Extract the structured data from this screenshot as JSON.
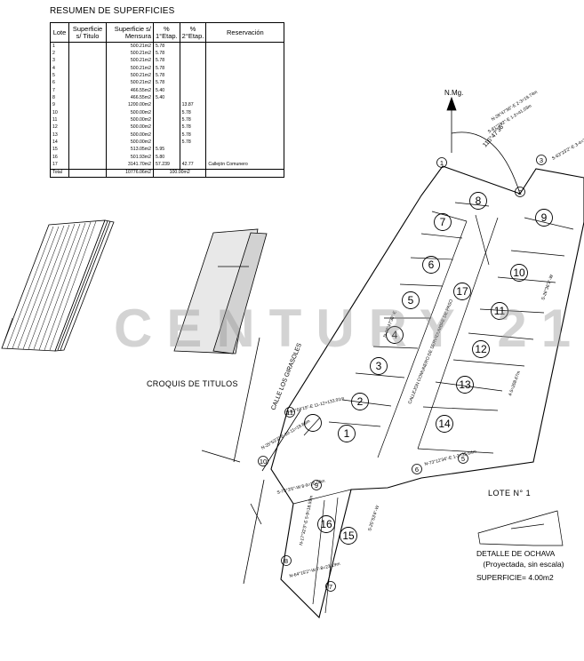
{
  "table": {
    "title": "RESUMEN DE SUPERFICIES",
    "headers": {
      "lote": "Lote",
      "sup_titulo": "Superficie s/ Titulo",
      "sup_mensura": "Superficie s/ Mensura",
      "etapa1": "% 1°Etap.",
      "etapa2": "% 2°Etap.",
      "reservacion": "Reservación"
    },
    "rows": [
      {
        "lote": "1",
        "titulo": "",
        "mensura": "500.21m2",
        "e1": "5.78",
        "e2": "",
        "res": ""
      },
      {
        "lote": "2",
        "titulo": "",
        "mensura": "500.21m2",
        "e1": "5.78",
        "e2": "",
        "res": ""
      },
      {
        "lote": "3",
        "titulo": "",
        "mensura": "500.21m2",
        "e1": "5.78",
        "e2": "",
        "res": ""
      },
      {
        "lote": "4",
        "titulo": "",
        "mensura": "500.21m2",
        "e1": "5.78",
        "e2": "",
        "res": ""
      },
      {
        "lote": "5",
        "titulo": "",
        "mensura": "500.21m2",
        "e1": "5.78",
        "e2": "",
        "res": ""
      },
      {
        "lote": "6",
        "titulo": "",
        "mensura": "500.21m2",
        "e1": "5.78",
        "e2": "",
        "res": ""
      },
      {
        "lote": "7",
        "titulo": "",
        "mensura": "466.55m2",
        "e1": "5.40",
        "e2": "",
        "res": ""
      },
      {
        "lote": "8",
        "titulo": "",
        "mensura": "466.55m2",
        "e1": "5.40",
        "e2": "",
        "res": ""
      },
      {
        "lote": "9",
        "titulo": "",
        "mensura": "1200.00m2",
        "e1": "",
        "e2": "13.87",
        "res": ""
      },
      {
        "lote": "10",
        "titulo": "",
        "mensura": "500.00m2",
        "e1": "",
        "e2": "5.78",
        "res": ""
      },
      {
        "lote": "11",
        "titulo": "",
        "mensura": "500.00m2",
        "e1": "",
        "e2": "5.78",
        "res": ""
      },
      {
        "lote": "12",
        "titulo": "",
        "mensura": "500.00m2",
        "e1": "",
        "e2": "5.78",
        "res": ""
      },
      {
        "lote": "13",
        "titulo": "",
        "mensura": "500.00m2",
        "e1": "",
        "e2": "5.78",
        "res": ""
      },
      {
        "lote": "14",
        "titulo": "",
        "mensura": "500.00m2",
        "e1": "",
        "e2": "5.78",
        "res": ""
      },
      {
        "lote": "15",
        "titulo": "",
        "mensura": "513.05m2",
        "e1": "5.95",
        "e2": "",
        "res": ""
      },
      {
        "lote": "16",
        "titulo": "",
        "mensura": "501.93m2",
        "e1": "5.80",
        "e2": "",
        "res": ""
      },
      {
        "lote": "17",
        "titulo": "",
        "mensura": "3141.70m2",
        "e1": "57.239",
        "e2": "42.77",
        "res": "Callejón Comunero"
      }
    ],
    "total": {
      "label": "Total",
      "mensura": "10776.06m2",
      "porcentaje": "100.00m2"
    }
  },
  "croquis_label": "CROQUIS DE TITULOS",
  "watermark": "CENTURY 21",
  "north_label": "N.Mg.",
  "street_label": "CALLE LOS GIRASOLES",
  "alley_label": "CALLEJON COMUNERO DE SERVIDUMBRE DE PASO",
  "lot_numbers": [
    "1",
    "2",
    "3",
    "4",
    "5",
    "6",
    "7",
    "8",
    "9",
    "10",
    "11",
    "12",
    "13",
    "14",
    "15",
    "16",
    "17"
  ],
  "vertex_labels": [
    "1",
    "2",
    "3",
    "5",
    "6",
    "7",
    "8",
    "9",
    "10",
    "11"
  ],
  "bearings": [
    "N-28°47'36\"-E  2-3=19.74m",
    "S-81°23'2\"-E  1-2=41.03m",
    "116°47'36\"",
    "S-63°23'2\"-E  3-4=25.22m",
    "N-28°47'36\"-E",
    "S-26°36'3\"-W",
    "4-5=208.67m",
    "S-83°04'19\"-E  11-12=133.91m",
    "N-25°53'3\"-E  10-11=19.89m",
    "N-73°12'34\"-E  1-2=35.64m",
    "S-25°53'4\"-W",
    "S-73°3'6\"-W  8-9=20.00m",
    "N-17°32'3\"-E  5-9=18.59m",
    "N-64°15'2\"-W  7-8=23.19m"
  ],
  "detail": {
    "title": "LOTE N° 1",
    "caption": "DETALLE DE OCHAVA",
    "subcaption": "(Proyectada, sin escala)",
    "area": "SUPERFICIE= 4.00m2"
  }
}
